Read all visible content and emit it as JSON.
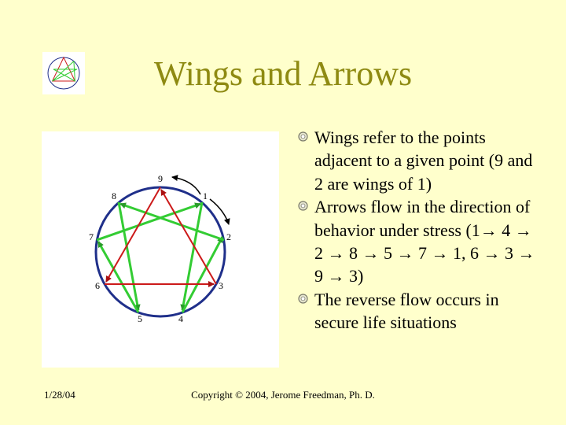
{
  "title": "Wings and Arrows",
  "colors": {
    "background": "#ffffcc",
    "title": "#8e8a12",
    "circle": "#1f2f8a",
    "arrows_green": "#33cc33",
    "arrows_red": "#cc1a1a",
    "curve_arrows": "#000000"
  },
  "diagram": {
    "points": [
      {
        "num": "9"
      },
      {
        "num": "1"
      },
      {
        "num": "2"
      },
      {
        "num": "3"
      },
      {
        "num": "4"
      },
      {
        "num": "5"
      },
      {
        "num": "6"
      },
      {
        "num": "7"
      },
      {
        "num": "8"
      }
    ]
  },
  "bullets": [
    "Wings refer to the points adjacent to a given point (9 and 2 are wings of 1)",
    "Arrows flow in the direction of behavior under stress (1→ 4 → 2 → 8 → 5 → 7 → 1, 6 → 3 → 9 → 3)",
    "The reverse flow occurs in secure life situations"
  ],
  "bullet_icon": "ring-bullet-icon",
  "logo_icon": "enneagram-logo-icon",
  "footer": {
    "date": "1/28/04",
    "copyright": "Copyright © 2004, Jerome Freedman, Ph. D."
  }
}
